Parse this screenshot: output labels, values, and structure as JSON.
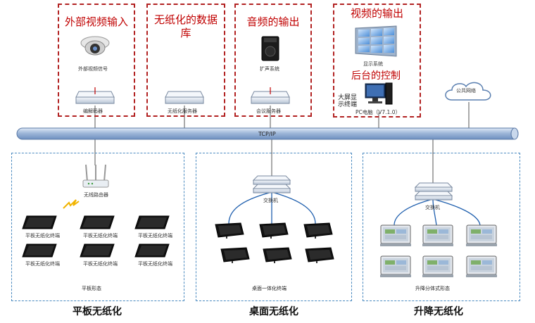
{
  "top_sections": [
    {
      "title": "外部视频输入",
      "device_label": "外部视频信号",
      "switch_label": "编解码器"
    },
    {
      "title": "无纸化的数据库",
      "switch_label": "无纸化服务器"
    },
    {
      "title": "音频的输出",
      "device_label": "扩声系统",
      "switch_label": "会议服务器"
    },
    {
      "title": "视频的输出",
      "device_label": "显示系统",
      "control_title": "后台的控制",
      "screen_terminal_label": "大屏显示终端",
      "pc_label": "PC电脑（V7.1.0）"
    }
  ],
  "cloud_label": "公共网络",
  "backbone_label": "TCP/IP",
  "bottom_sections": [
    {
      "title": "平板无纸化",
      "router_label": "无线路由器",
      "terminal_label": "平板无纸化终端",
      "footer": "平板形态"
    },
    {
      "title": "桌面无纸化",
      "switch_label": "交换机",
      "footer": "桌面一体化终端"
    },
    {
      "title": "升降无纸化",
      "switch_label": "交换机",
      "footer": "升降分体式形态"
    }
  ],
  "colors": {
    "accent_red": "#c00000",
    "dash_blue": "#4a8ac0",
    "pipe": "#9fb7d9"
  }
}
